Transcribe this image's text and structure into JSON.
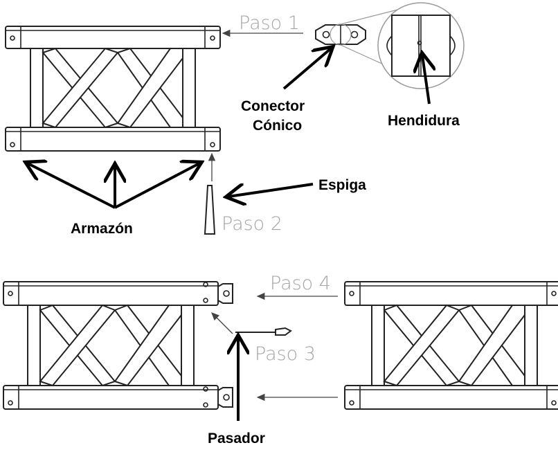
{
  "steps": {
    "paso1": "Paso 1",
    "paso2": "Paso 2",
    "paso3": "Paso 3",
    "paso4": "Paso 4"
  },
  "labels": {
    "conector_line1": "Conector",
    "conector_line2": "Cónico",
    "hendidura": "Hendidura",
    "espiga": "Espiga",
    "armazon": "Armazón",
    "pasador": "Pasador"
  }
}
